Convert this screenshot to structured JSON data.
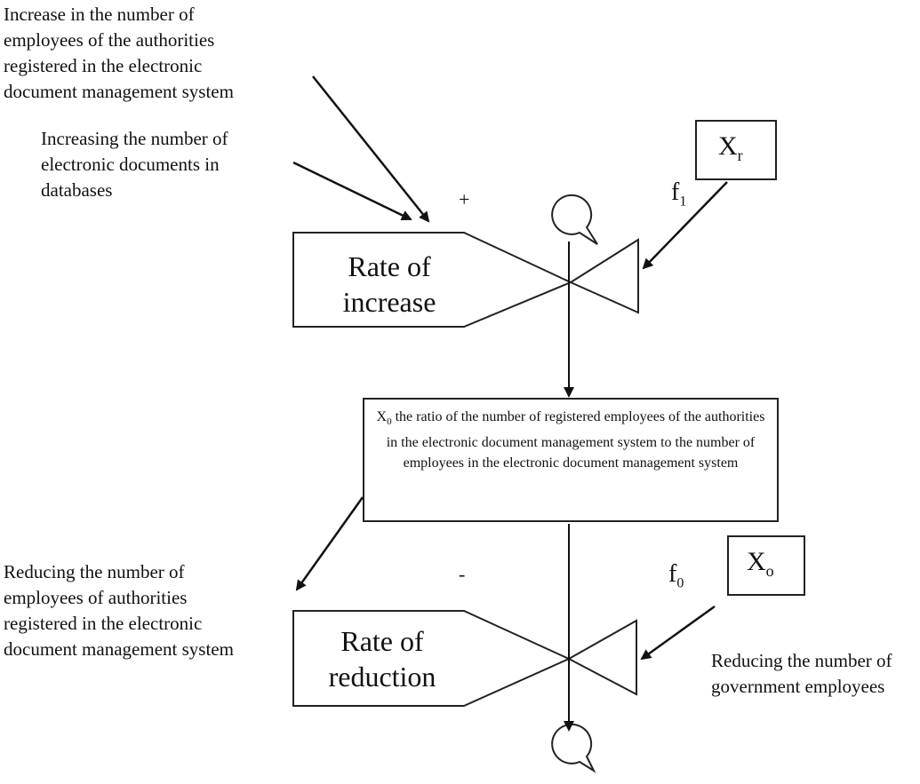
{
  "labels": {
    "top_left_1": "Increase in the number of\nemployees of the authorities\nregistered in the electronic\ndocument management system",
    "top_left_2": "Increasing the number of\nelectronic documents in\ndatabases",
    "bottom_left": "Reducing the number of\nemployees of authorities\nregistered in the electronic\ndocument management system",
    "bottom_right": "Reducing the number of\ngovernment employees"
  },
  "rate_increase": "Rate of\nincrease",
  "rate_reduction": "Rate of\nreduction",
  "stock_text_prefix": "X",
  "stock_text_sub": "0",
  "stock_text_body": " the ratio of the number of registered employees of the authorities in the electronic document management system to the number of employees in the electronic document management system",
  "xr": {
    "main": "X",
    "sub": "r"
  },
  "xo": {
    "main": "X",
    "sub": "o"
  },
  "f1": {
    "main": "f",
    "sub": "1"
  },
  "f0": {
    "main": "f",
    "sub": "0"
  },
  "plus": "+",
  "minus": "-"
}
